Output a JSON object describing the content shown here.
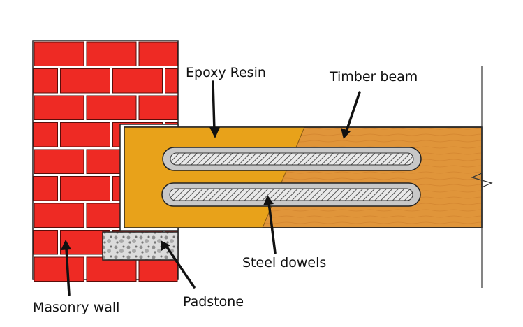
{
  "labels": {
    "epoxy_resin": "Epoxy Resin",
    "timber_beam": "Timber beam",
    "steel_dowels": "Steel dowels",
    "masonry_wall": "Masonry wall",
    "padstone": "Padstone"
  },
  "colors": {
    "brick": "#ee2a24",
    "mortar": "#ffffff",
    "epoxy": "#e8a21a",
    "timber": "#e0953a",
    "dowel_sleeve": "#c8c8c8",
    "outline": "#222222"
  }
}
